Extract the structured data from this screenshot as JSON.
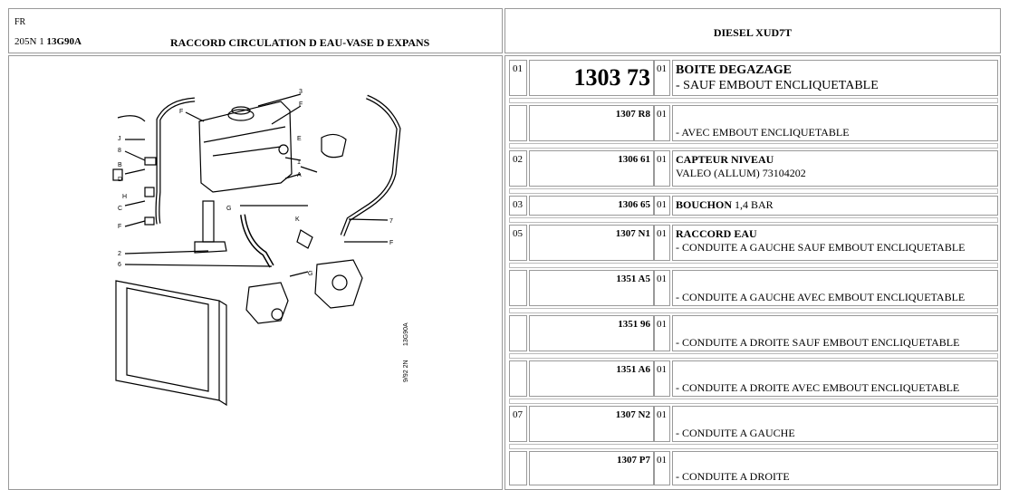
{
  "header": {
    "country": "FR",
    "vehicle_model": "205N 1",
    "vehicle_code": "13G90A",
    "title": "RACCORD CIRCULATION D EAU-VASE D EXPANS",
    "engine": "DIESEL XUD7T"
  },
  "diagram": {
    "labels": [
      "3",
      "F",
      "F",
      "J",
      "1",
      "E",
      "8",
      "B",
      "D",
      "A",
      "H",
      "C",
      "F",
      "K",
      "7",
      "F",
      "2",
      "6",
      "G",
      "G"
    ],
    "vertical_code": "13G90A",
    "vertical_small": "9/92  2N"
  },
  "parts": [
    {
      "rep": "01",
      "ref": "1303 73",
      "qty": "01",
      "title": "BOITE DEGAZAGE",
      "sub": "- SAUF EMBOUT ENCLIQUETABLE",
      "big": true
    },
    {
      "rep": "",
      "ref": "1307 R8",
      "qty": "01",
      "title": "",
      "sub": "- AVEC EMBOUT ENCLIQUETABLE"
    },
    {
      "rep": "02",
      "ref": "1306 61",
      "qty": "01",
      "title": "CAPTEUR NIVEAU",
      "sub": "VALEO (ALLUM) 73104202"
    },
    {
      "rep": "03",
      "ref": "1306 65",
      "qty": "01",
      "title": "BOUCHON",
      "title_extra": " 1,4 BAR",
      "sub": ""
    },
    {
      "rep": "05",
      "ref": "1307 N1",
      "qty": "01",
      "title": "RACCORD EAU",
      "sub": "- CONDUITE A GAUCHE SAUF EMBOUT ENCLIQUETABLE"
    },
    {
      "rep": "",
      "ref": "1351 A5",
      "qty": "01",
      "title": "",
      "sub": "- CONDUITE A GAUCHE AVEC EMBOUT ENCLIQUETABLE"
    },
    {
      "rep": "",
      "ref": "1351 96",
      "qty": "01",
      "title": "",
      "sub": "- CONDUITE A DROITE SAUF EMBOUT ENCLIQUETABLE"
    },
    {
      "rep": "",
      "ref": "1351 A6",
      "qty": "01",
      "title": "",
      "sub": "- CONDUITE A DROITE AVEC EMBOUT ENCLIQUETABLE"
    },
    {
      "rep": "07",
      "ref": "1307 N2",
      "qty": "01",
      "title": "",
      "sub": "- CONDUITE A GAUCHE"
    },
    {
      "rep": "",
      "ref": "1307 P7",
      "qty": "01",
      "title": "",
      "sub": "- CONDUITE A DROITE"
    }
  ]
}
